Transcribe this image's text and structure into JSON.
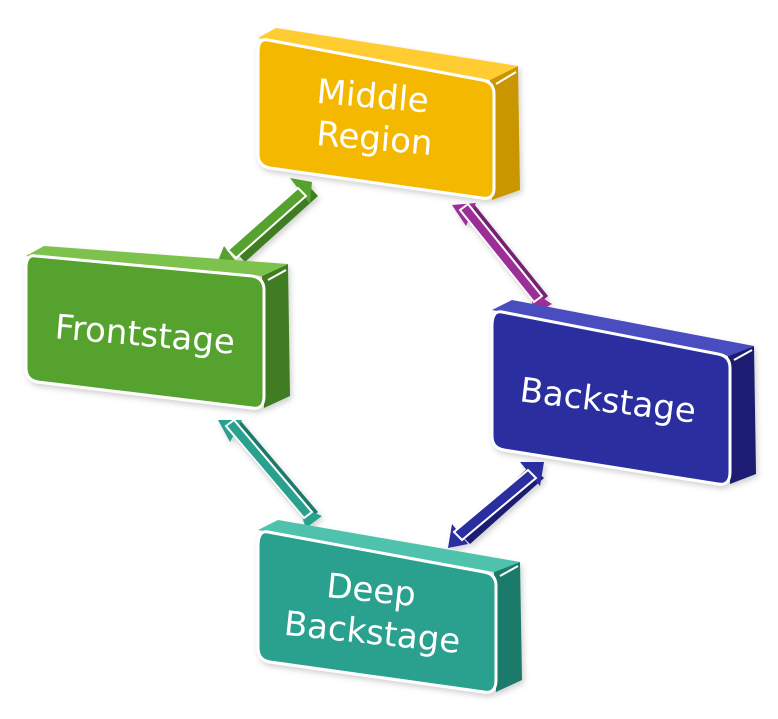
{
  "diagram": {
    "nodes": [
      {
        "id": "middle",
        "lines": [
          "Middle",
          "Region"
        ],
        "color": "#F5B800"
      },
      {
        "id": "front",
        "lines": [
          "Frontstage"
        ],
        "color": "#55A22E"
      },
      {
        "id": "back",
        "lines": [
          "Backstage"
        ],
        "color": "#2B2E9E"
      },
      {
        "id": "deep",
        "lines": [
          "Deep",
          "Backstage"
        ],
        "color": "#2BA18E"
      }
    ],
    "connectors": [
      {
        "from": "middle",
        "to": "front",
        "color": "#55A22E"
      },
      {
        "from": "middle",
        "to": "back",
        "color": "#9B2F97"
      },
      {
        "from": "front",
        "to": "deep",
        "color": "#2BA18E"
      },
      {
        "from": "back",
        "to": "deep",
        "color": "#2B2E9E"
      }
    ]
  }
}
